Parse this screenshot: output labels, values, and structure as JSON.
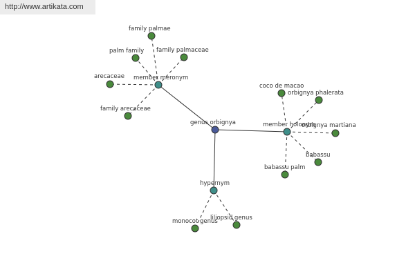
{
  "watermark": "http://www.artikata.com",
  "colors": {
    "center": "#4a5a9a",
    "hub": "#3f8f8a",
    "leaf": "#4a8a3c",
    "line": "#333333"
  },
  "graph": {
    "center": "genus orbignya",
    "hubs": {
      "meronym": "member meronym",
      "holonym": "member holonym",
      "hypernym": "hypernym"
    },
    "meronym_leaves": [
      "family palmae",
      "palm family",
      "family palmaceae",
      "arecaceae",
      "family arecaceae"
    ],
    "holonym_leaves": [
      "coco de macao",
      "orbignya phalerata",
      "orbignya martiana",
      "babassu",
      "babassu palm"
    ],
    "hypernym_leaves": [
      "monocot genus",
      "liliopsid genus"
    ]
  }
}
